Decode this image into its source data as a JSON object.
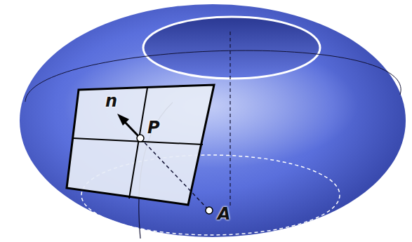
{
  "diagram": {
    "labels": [
      "n",
      "P",
      "A"
    ]
  }
}
